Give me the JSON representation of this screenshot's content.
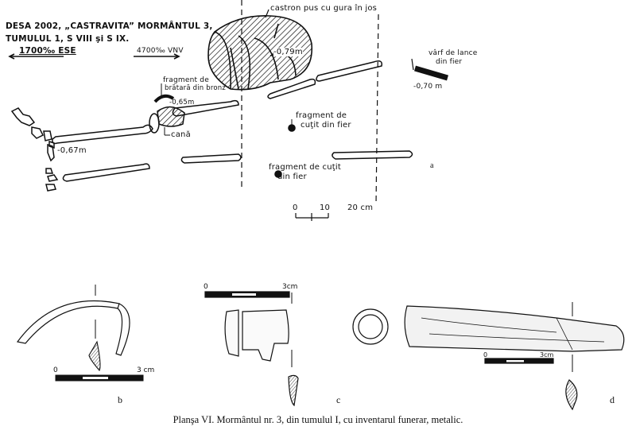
{
  "plan": {
    "header_line1": "DESA 2002, „CASTRAVITA” MORMÂNTUL 3,",
    "header_line2": "TUMULUL 1, S VIII şi S IX.",
    "orientation_left": "1700‰ ESE",
    "orientation_right": "4700‰ VNV",
    "bowl_label": "castron pus cu gura în jos",
    "bowl_depth": "-0,79m",
    "spear_label_1": "vârf de lance",
    "spear_label_2": "din fier",
    "spear_depth": "-0,70 m",
    "bracelet_label_1": "fragment de",
    "bracelet_label_2": "brătară din bronz",
    "bracelet_depth": "-0,65m",
    "jug_label": "cană",
    "skull_depth": "-0,67m",
    "knife1_label_1": "fragment de",
    "knife1_label_2": "cuţit din fier",
    "knife2_label_1": "fragment de cuţit",
    "knife2_label_2": "din fier",
    "panel_letter": "a",
    "scale": {
      "t0": "0",
      "t1": "10",
      "t2": "20 cm"
    }
  },
  "objects": {
    "b": {
      "letter": "b",
      "scale_start": "0",
      "scale_end": "3 cm"
    },
    "c": {
      "letter": "c",
      "scale_start": "0",
      "scale_end": "3cm"
    },
    "d": {
      "letter": "d",
      "scale_start": "0",
      "scale_end": "3cm"
    }
  },
  "caption": "Planşa VI. Mormântul nr. 3, din tumulul I, cu inventarul funerar, metalic."
}
